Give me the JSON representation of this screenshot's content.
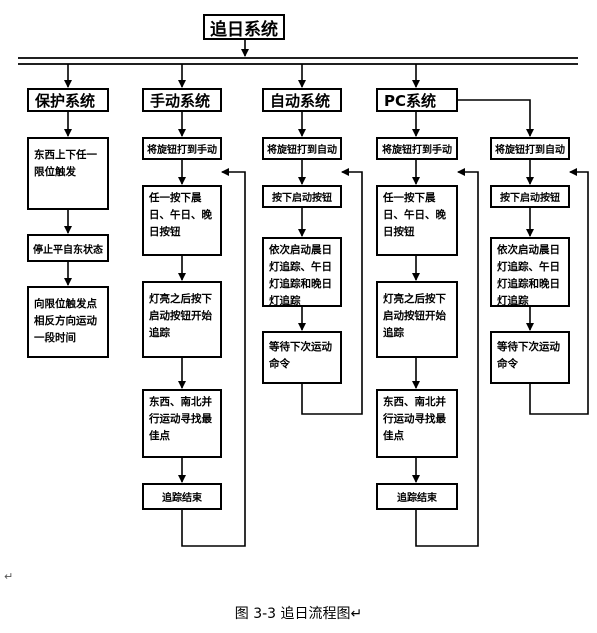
{
  "title": "追日系统",
  "systems": {
    "protect": "保护系统",
    "manual": "手动系统",
    "auto": "自动系统",
    "pc": "PC系统"
  },
  "protect_steps": [
    "东西上下任一限位触发",
    "停止平自东状态",
    "向限位触发点相反方向运动一段时间"
  ],
  "manual_steps": [
    "将旋钮打到手动",
    "任一按下晨日、午日、晚日按钮",
    "灯亮之后按下启动按钮开始追踪",
    "东西、南北并行运动寻找最佳点",
    "追踪结束"
  ],
  "auto_steps": [
    "将旋钮打到自动",
    "按下启动按钮",
    "依次启动晨日灯追踪、午日灯追踪和晚日灯追踪",
    "等待下次运动命令"
  ],
  "pc_manual_steps": [
    "将旋钮打到手动",
    "任一按下晨日、午日、晚日按钮",
    "灯亮之后按下启动按钮开始追踪",
    "东西、南北并行运动寻找最佳点",
    "追踪结束"
  ],
  "pc_auto_steps": [
    "将旋钮打到自动",
    "按下启动按钮",
    "依次启动晨日灯追踪、午日灯追踪和晚日灯追踪",
    "等待下次运动命令"
  ],
  "paragraph_mark": "↵",
  "caption": "图 3-3 追日流程图↵"
}
